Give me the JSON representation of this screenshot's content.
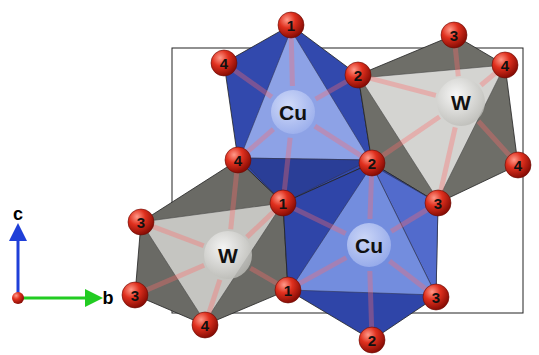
{
  "diagram": {
    "labels": [
      "1",
      "3",
      "4",
      "4",
      "2",
      "W",
      "Cu",
      "4",
      "2",
      "4",
      "1",
      "3",
      "3",
      "Cu",
      "W",
      "1",
      "3",
      "3",
      "4",
      "2",
      "c",
      "b"
    ]
  }
}
